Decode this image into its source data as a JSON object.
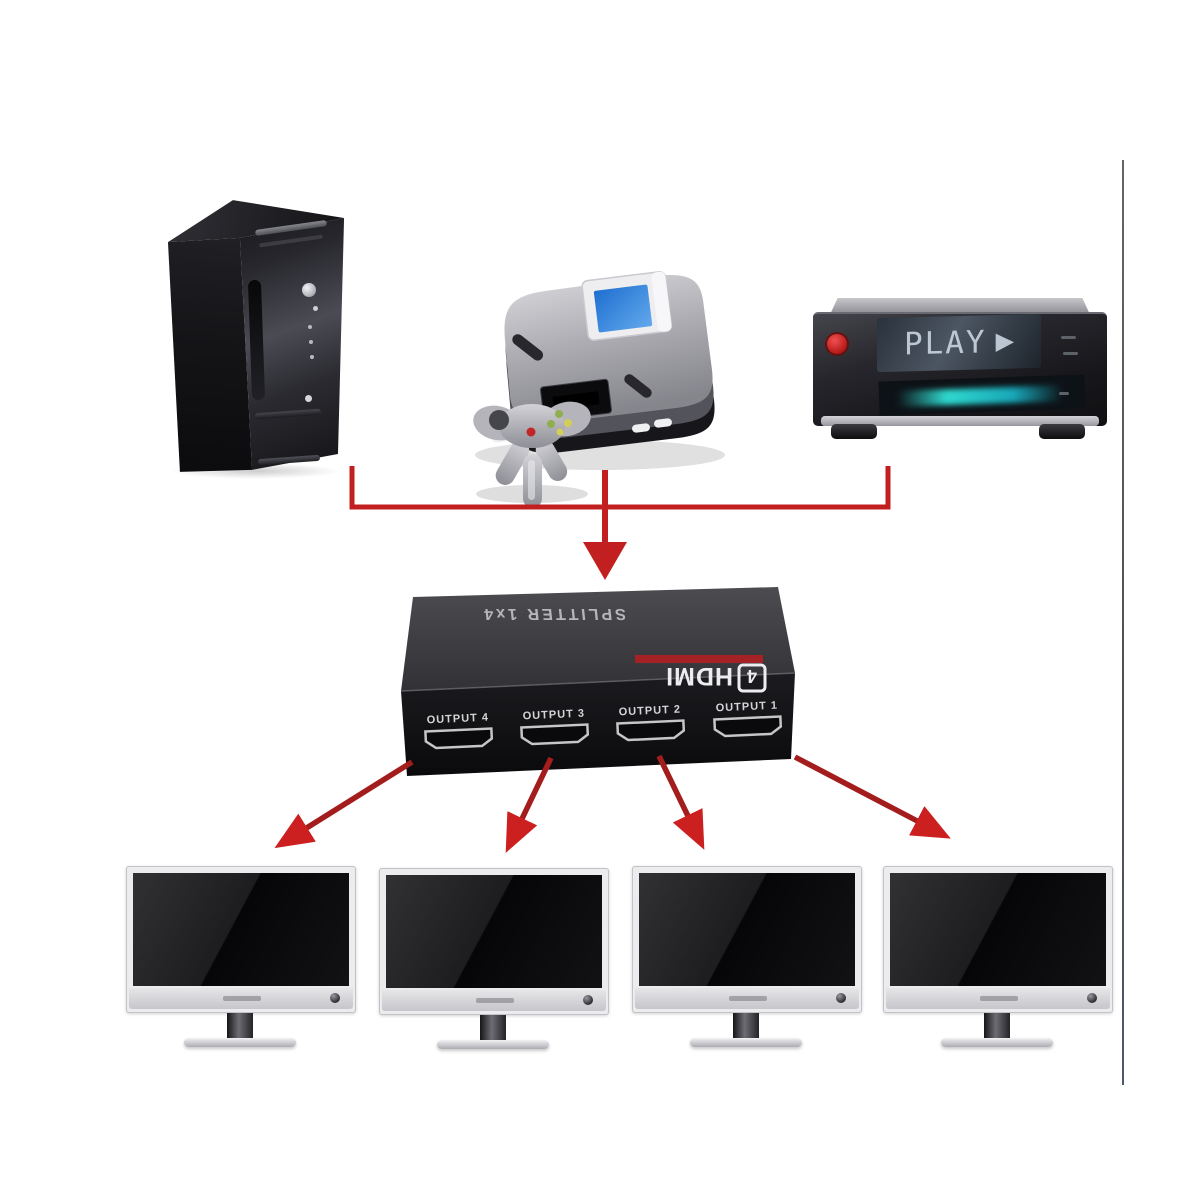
{
  "colors": {
    "background": "#ffffff",
    "connector_red": "#c22020",
    "arrow_shaft_red": "#a31d1d",
    "arrow_head_red": "#cc1f1f",
    "splitter_top_gray": "#424246",
    "splitter_front_black": "#131316",
    "tray_glow_cyan": "#2fd8ce",
    "lcd_text": "#c9d5e2"
  },
  "splitter": {
    "top_label": "SPLITTER 1x4",
    "logo_badge": "4",
    "logo_text": "HDMI",
    "outputs": [
      "OUTPUT 4",
      "OUTPUT 3",
      "OUTPUT 2",
      "OUTPUT 1"
    ]
  },
  "dvd_player": {
    "display_text": "PLAY",
    "play_symbol": "▶"
  },
  "devices": {
    "sources": [
      "pc-tower",
      "game-console",
      "dvd-player"
    ],
    "displays": [
      "monitor-1",
      "monitor-2",
      "monitor-3",
      "monitor-4"
    ]
  }
}
